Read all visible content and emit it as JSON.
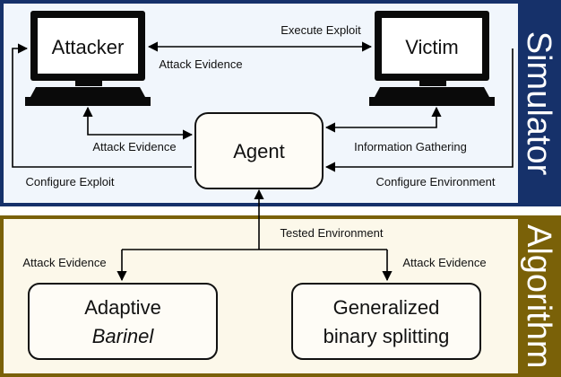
{
  "colors": {
    "simulator_border": "#16316a",
    "simulator_fill": "#f1f6fc",
    "algorithm_border": "#7a6108",
    "algorithm_fill": "#fcf8ea",
    "box_fill": "#fefcf6",
    "monitor": "#0a0a0a",
    "arrow": "#000000",
    "text": "#111111"
  },
  "simulator": {
    "side_label": "Simulator",
    "attacker": "Attacker",
    "victim": "Victim",
    "agent": "Agent",
    "arrows": {
      "execute_exploit": "Execute Exploit",
      "attack_evidence_top": "Attack Evidence",
      "attack_evidence_agent": "Attack Evidence",
      "information_gathering": "Information Gathering",
      "configure_exploit": "Configure Exploit",
      "configure_environment": "Configure Environment"
    }
  },
  "algorithm": {
    "side_label": "Algorithm",
    "tested_environment": "Tested Environment",
    "attack_evidence_left": "Attack Evidence",
    "attack_evidence_right": "Attack Evidence",
    "adaptive_line1": "Adaptive",
    "adaptive_line2": "Barinel",
    "generalized_line1": "Generalized",
    "generalized_line2": "binary splitting"
  }
}
